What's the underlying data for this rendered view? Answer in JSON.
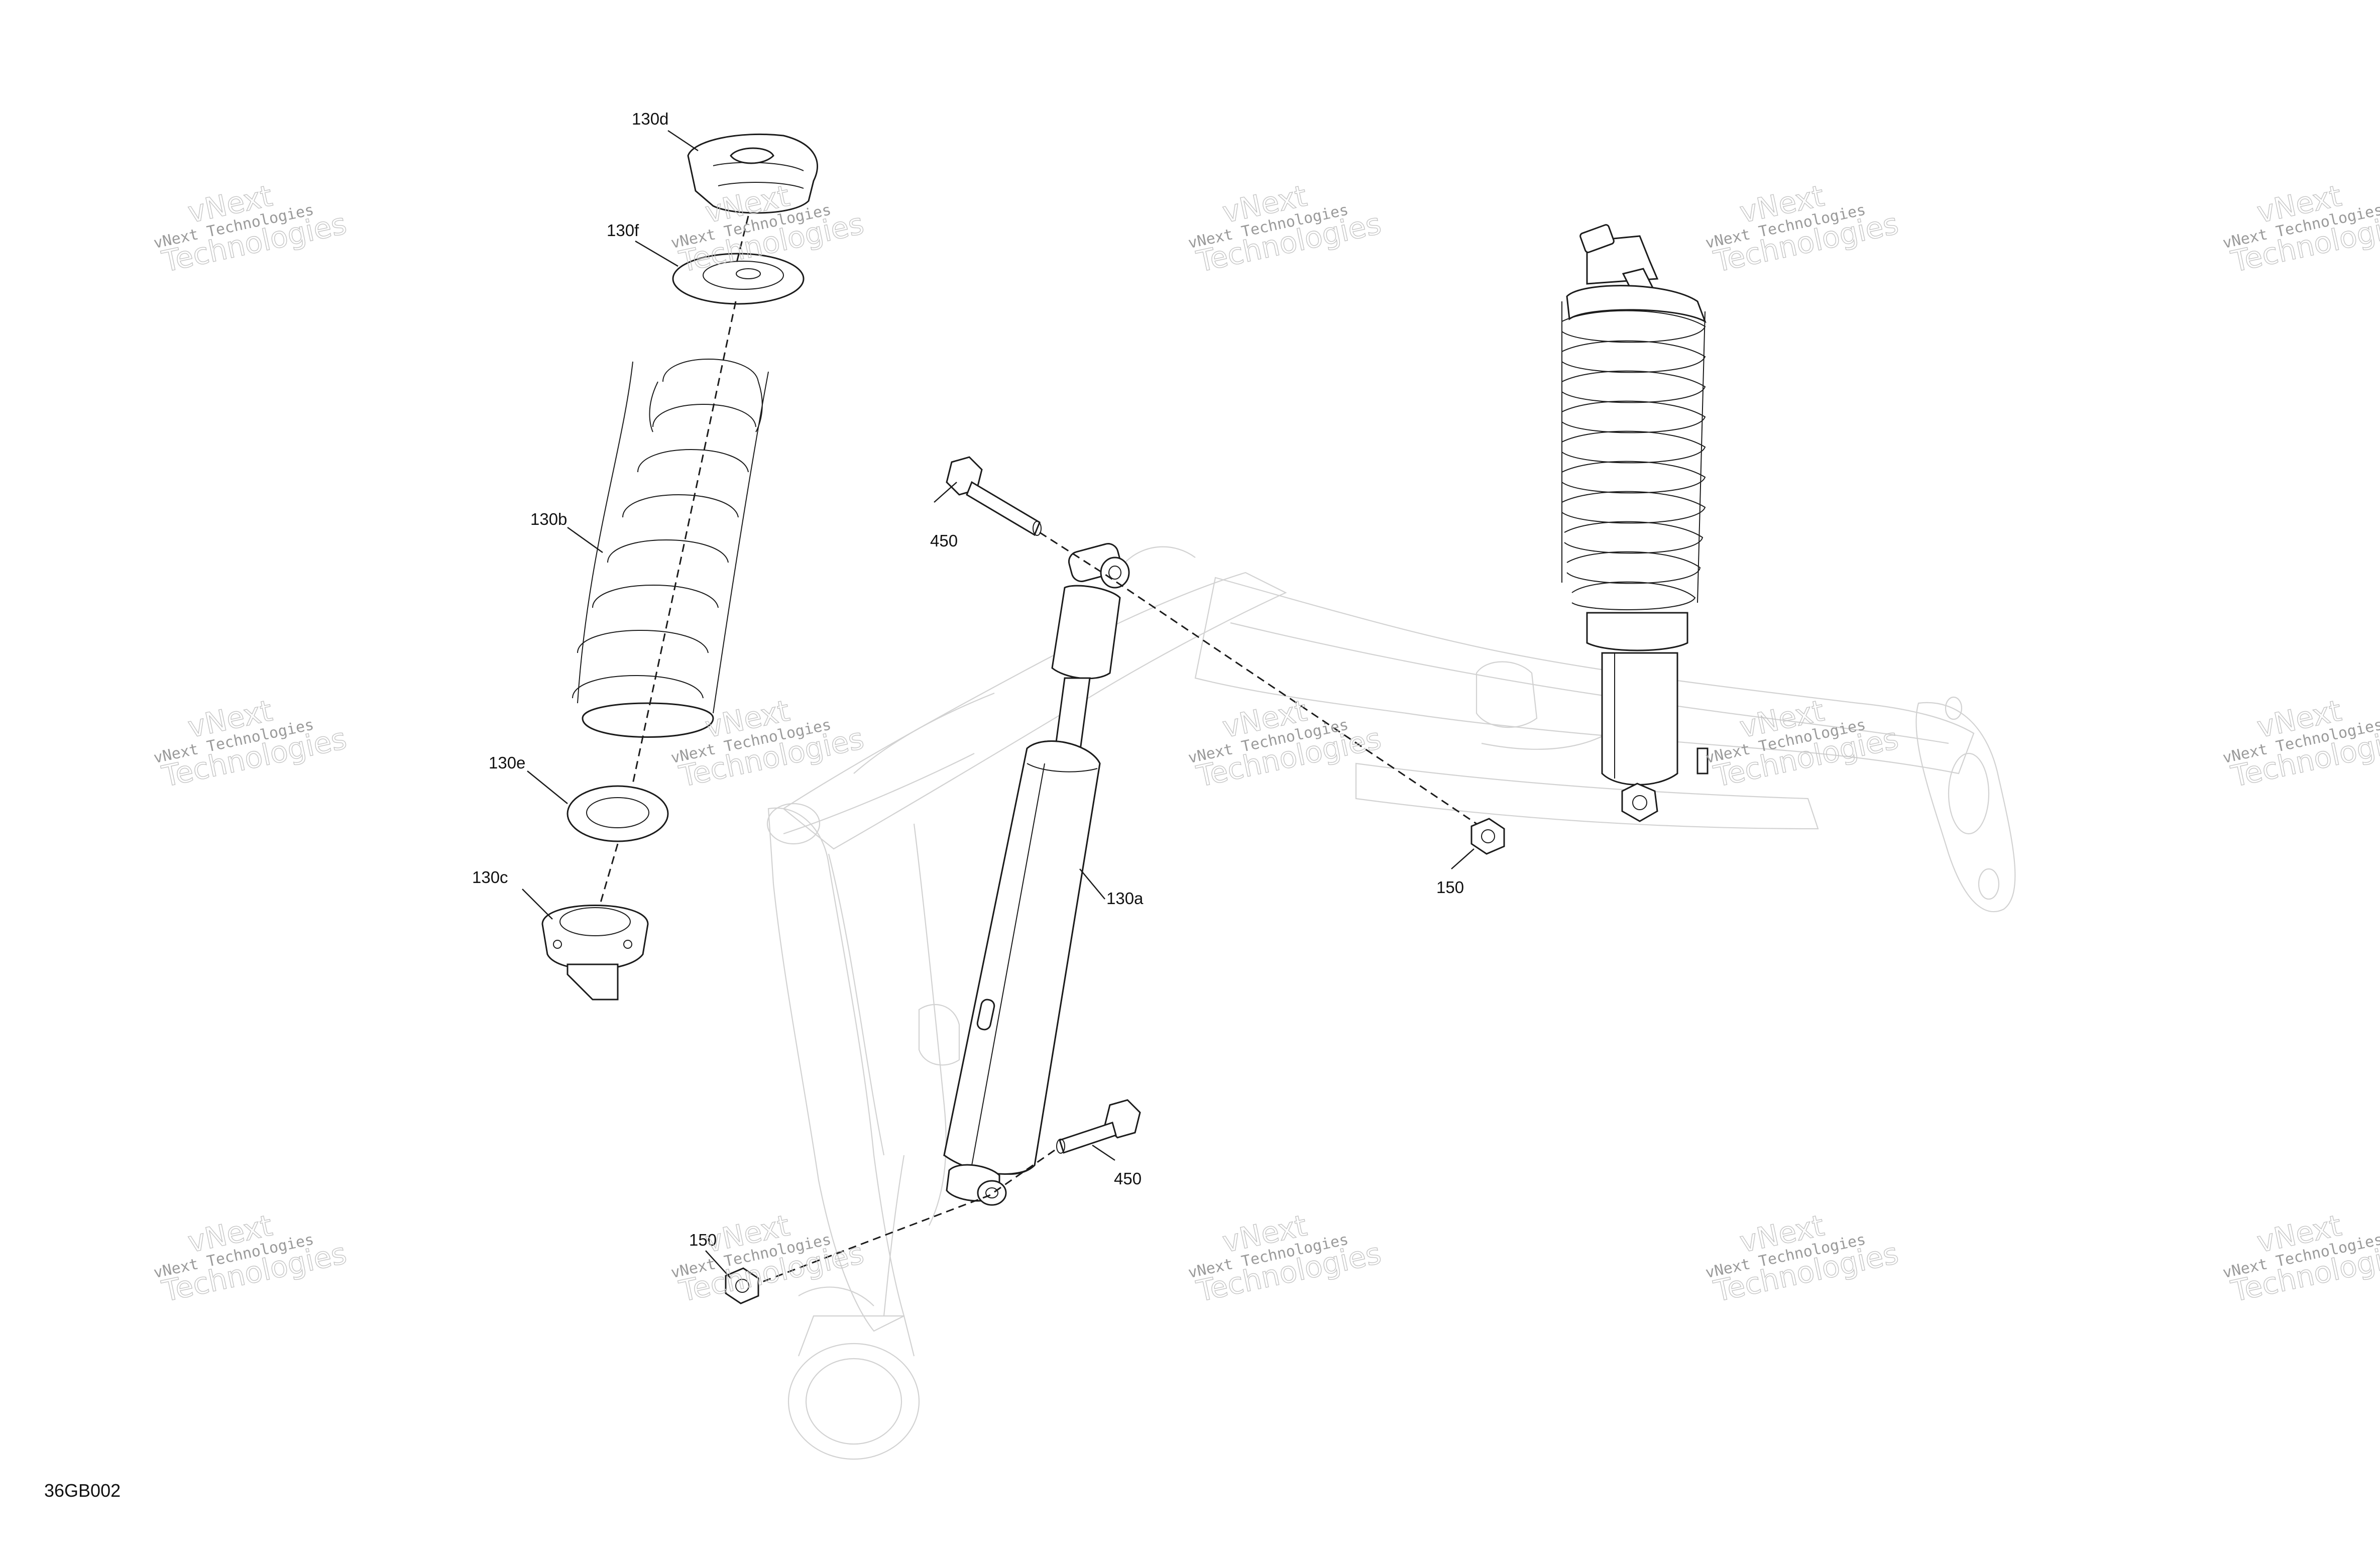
{
  "diagram": {
    "code": "36GB002",
    "watermark": {
      "line1": "vNext",
      "line2": "vNext Technologies",
      "line3": "Technologies"
    },
    "callouts": {
      "c130d": "130d",
      "c130f": "130f",
      "c130b": "130b",
      "c130e": "130e",
      "c130c": "130c",
      "c130a": "130a",
      "c450_top": "450",
      "c450_bottom": "450",
      "c150_right": "150",
      "c150_bottom": "150"
    }
  }
}
